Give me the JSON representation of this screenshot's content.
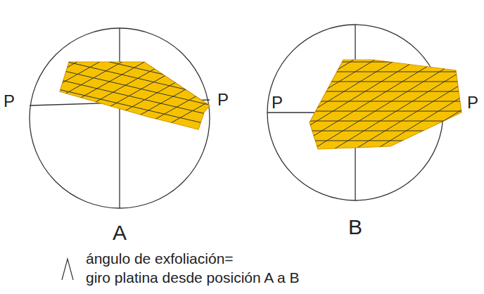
{
  "diagram": {
    "labels": [
      "P",
      "P",
      "P",
      "P",
      "A",
      "B",
      "ángulo de exfoliación=",
      "giro platina desde posición A a B"
    ]
  }
}
